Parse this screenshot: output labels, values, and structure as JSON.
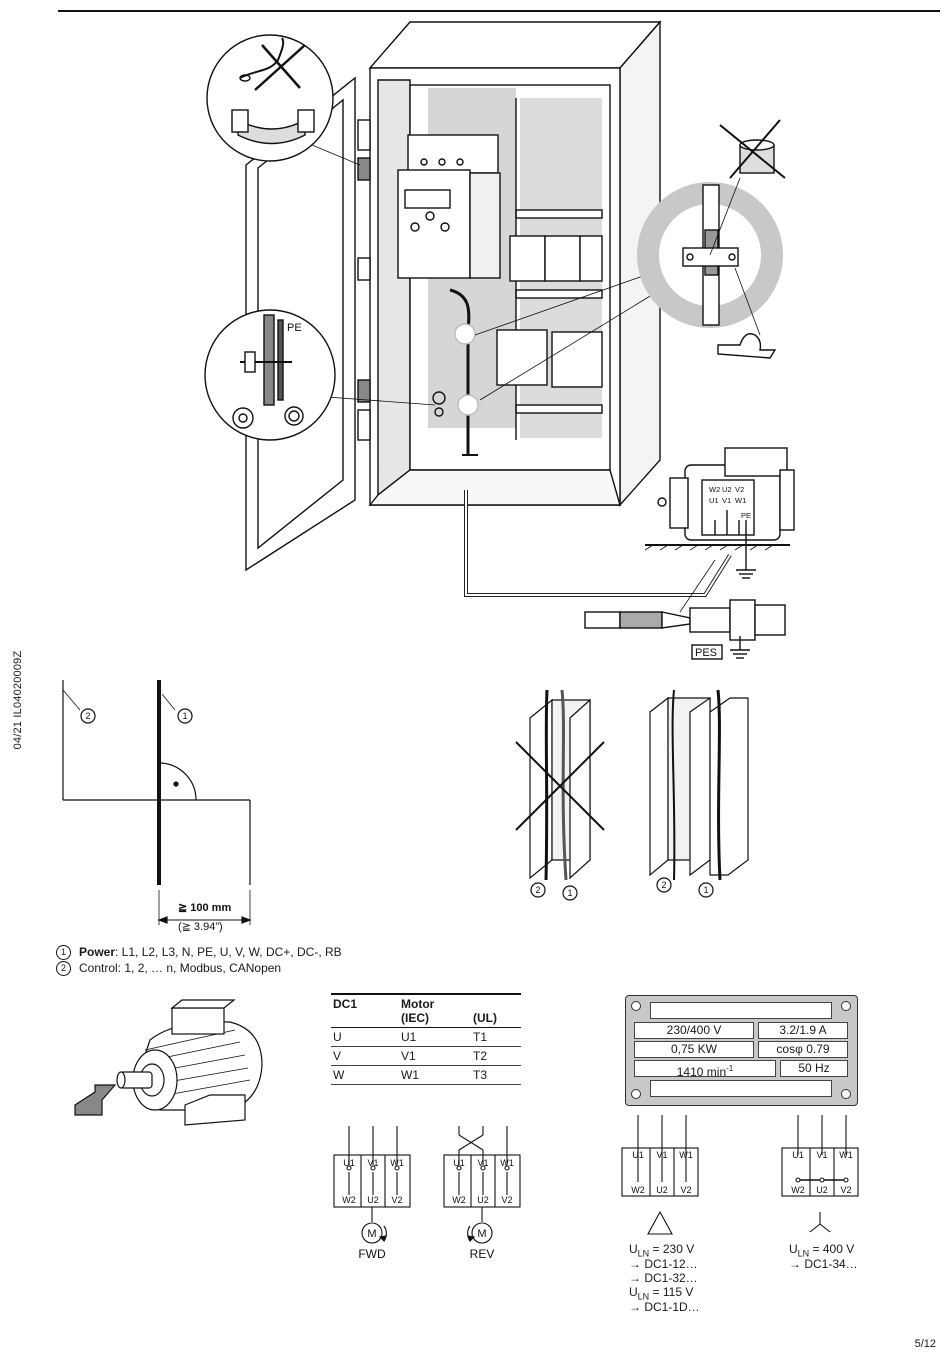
{
  "doc": {
    "id": "04/21 IL04020009Z",
    "page": "5/12"
  },
  "cabinet": {
    "pe_label": "PE",
    "pes_label": "PES",
    "motor_terminals_top": [
      "W2",
      "U2",
      "V2"
    ],
    "motor_terminals_bottom": [
      "U1",
      "V1",
      "W1"
    ],
    "motor_pe": "PE"
  },
  "clearance": {
    "marker1": "1",
    "marker2": "2",
    "distance": "≧ 100 mm",
    "distance_in": "(≧ 3.94”)"
  },
  "legend": {
    "item1_num": "1",
    "item1_bold": "Power",
    "item1_text": ": L1, L2, L3, N, PE, U, V, W, DC+, DC-, RB",
    "item2_num": "2",
    "item2_text": "Control: 1, 2, … n, Modbus, CANopen"
  },
  "motor_table": {
    "col1": "DC1",
    "col2": "Motor",
    "col2_iec": "(IEC)",
    "col3_ul": "(UL)",
    "rows": [
      {
        "dc1": "U",
        "iec": "U1",
        "ul": "T1"
      },
      {
        "dc1": "V",
        "iec": "V1",
        "ul": "T2"
      },
      {
        "dc1": "W",
        "iec": "W1",
        "ul": "T3"
      }
    ]
  },
  "rotation": {
    "top_terms": [
      "U1",
      "V1",
      "W1"
    ],
    "bottom_terms": [
      "W2",
      "U2",
      "V2"
    ],
    "motor_symbol": "M",
    "fwd": "FWD",
    "rev": "REV"
  },
  "nameplate": {
    "voltage": "230/400 V",
    "current": "3.2/1.9  A",
    "power": "0,75 KW",
    "cosphi": "cosφ 0.79",
    "speed": "1410 min",
    "speed_exp": "-1",
    "frequency": "50 Hz"
  },
  "connections": {
    "delta": {
      "top_terms": [
        "U1",
        "V1",
        "W1"
      ],
      "bottom_terms": [
        "W2",
        "U2",
        "V2"
      ],
      "lines": [
        "U",
        "LN",
        " = 230 V",
        "→ DC1-12…",
        "→ DC1-32…",
        "U",
        "LN",
        " = 115 V",
        "→ DC1-1D…"
      ]
    },
    "star": {
      "top_terms": [
        "U1",
        "V1",
        "W1"
      ],
      "bottom_terms": [
        "W2",
        "U2",
        "V2"
      ],
      "lines": [
        "U",
        "LN",
        " = 400 V",
        "→ DC1-34…"
      ]
    }
  }
}
